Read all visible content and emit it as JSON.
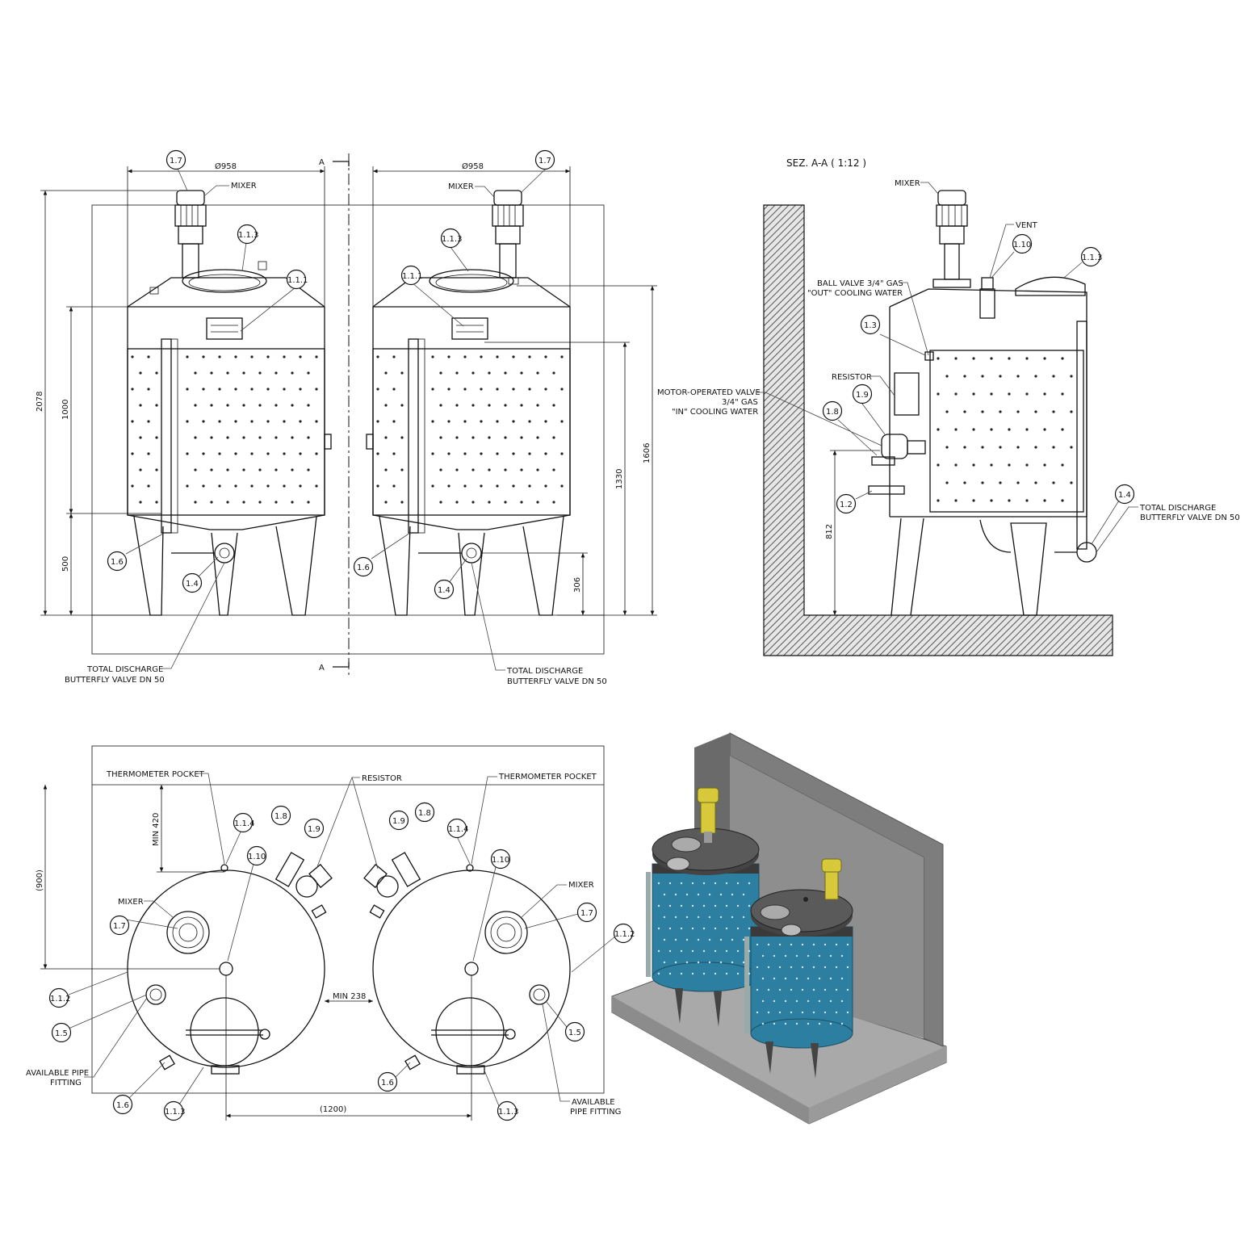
{
  "section_title": "SEZ. A-A ( 1:12 )",
  "section_marks": [
    "A",
    "A"
  ],
  "dimensions": {
    "diameter_left": "Ø958",
    "diameter_right": "Ø958",
    "overall_height": "2078",
    "jacket_height": "1000",
    "leg_height": "500",
    "top_height": "1606",
    "jacket_top": "1330",
    "discharge_height": "306",
    "valve_height": "812",
    "min_420": "MIN 420",
    "plan_900": "(900)",
    "min_238": "MIN 238",
    "pitch_1200": "(1200)"
  },
  "labels": {
    "mixer": "MIXER",
    "vent": "VENT",
    "resistor": "RESISTOR",
    "thermometer_pocket": "THERMOMETER POCKET",
    "ball_valve_1": "BALL VALVE 3/4\" GAS",
    "ball_valve_2": "\"OUT\" COOLING WATER",
    "motor_valve_1": "MOTOR-OPERATED VALVE",
    "motor_valve_2": "3/4\" GAS",
    "motor_valve_3": "\"IN\" COOLING WATER",
    "discharge_1": "TOTAL DISCHARGE",
    "discharge_2": "BUTTERFLY VALVE DN 50",
    "pipe_left_1": "AVAILABLE PIPE",
    "pipe_left_2": "FITTING",
    "pipe_right_1": "AVAILABLE",
    "pipe_right_2": "PIPE FITTING"
  },
  "bubbles": {
    "b17": "1.7",
    "b113": "1.1.3",
    "b111": "1.1.1",
    "b114": "1.1.4",
    "b112": "1.1.2",
    "b16": "1.6",
    "b14": "1.4",
    "b13": "1.3",
    "b12": "1.2",
    "b15": "1.5",
    "b18": "1.8",
    "b19": "1.9",
    "b110": "1.10"
  },
  "colors": {
    "line": "#111111",
    "hatch": "#555555",
    "tank_blue": "#2c7fa0",
    "tank_top": "#3a3a3a",
    "motor_yellow": "#d7c93a",
    "wall_grey": "#7d7d7d",
    "floor_grey": "#a9a9a9"
  }
}
